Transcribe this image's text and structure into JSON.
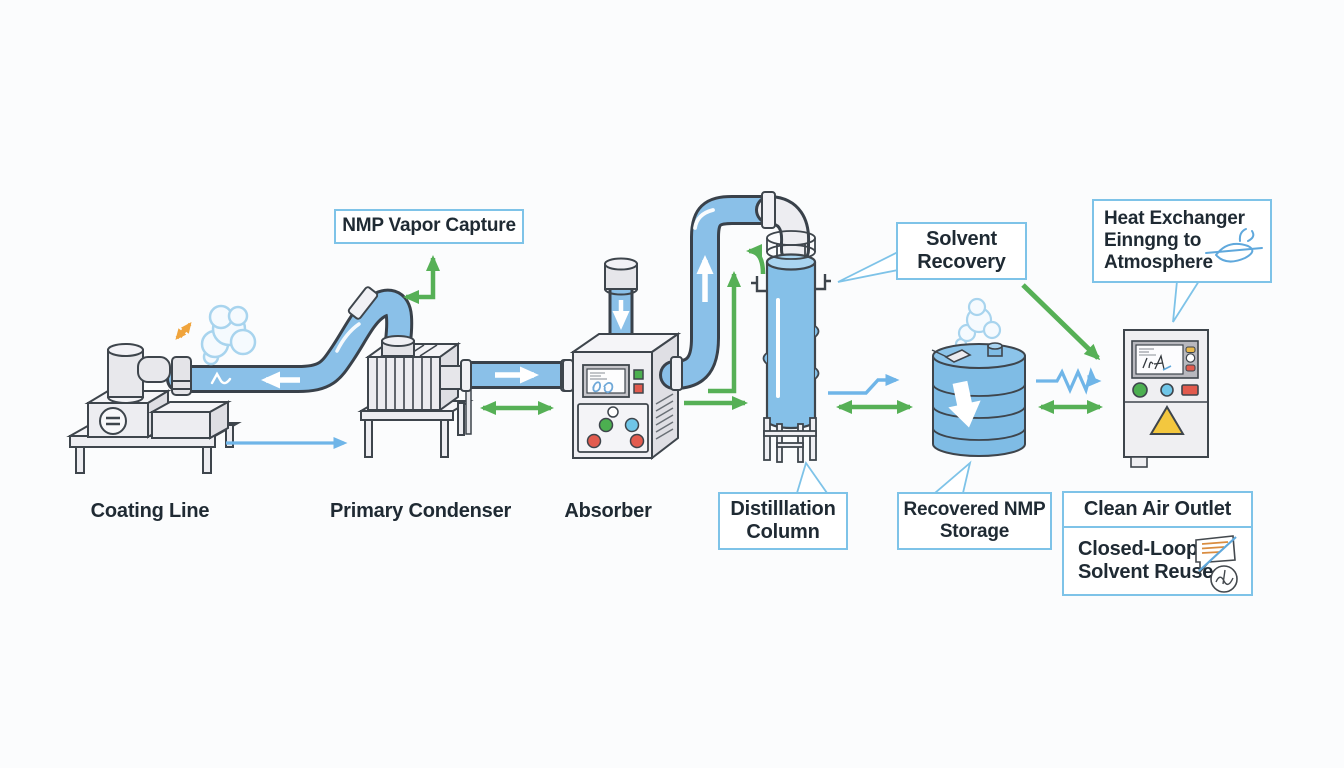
{
  "diagram": {
    "colors": {
      "background": "#FBFCFD",
      "pipe_blue": "#8AC0E8",
      "tank_blue": "#7FBCE5",
      "arrow_green": "#56B056",
      "arrow_blue": "#6FB5E8",
      "callout_border": "#7EC3E8",
      "equipment_outline": "#3E454C",
      "warning_yellow": "#F3C73F",
      "heat_orange": "#F0A43C",
      "text": "#1F2A33"
    },
    "equipment_labels": {
      "coating_line": "Coating Line",
      "primary_condenser": "Primary Condenser",
      "absorber": "Absorber"
    },
    "callouts": {
      "nmp_vapor_capture": {
        "text": "NMP Vapor Capture"
      },
      "solvent_recovery": {
        "line1": "Solvent",
        "line2": "Recovery"
      },
      "heat_exchanger": {
        "line1": "Heat Exchanger",
        "line2": "Einngng to",
        "line3": "Atmosphere"
      },
      "distillation_column": {
        "line1": "Distilllation",
        "line2": "Column"
      },
      "recovered_nmp_storage": {
        "line1": "Recovered NMP",
        "line2": "Storage"
      },
      "clean_air_outlet": {
        "text": "Clean Air Outlet"
      },
      "closed_loop": {
        "line1": "Closed-Loop",
        "line2": "Solvent Reuse"
      }
    },
    "icons": {
      "steam": "steam-cloud",
      "warning": "warning-triangle",
      "heat": "orange-double-arrow",
      "atmosphere_doodle": "blue-scribble",
      "reuse_doodle": "note-and-pencil-scribble"
    }
  }
}
